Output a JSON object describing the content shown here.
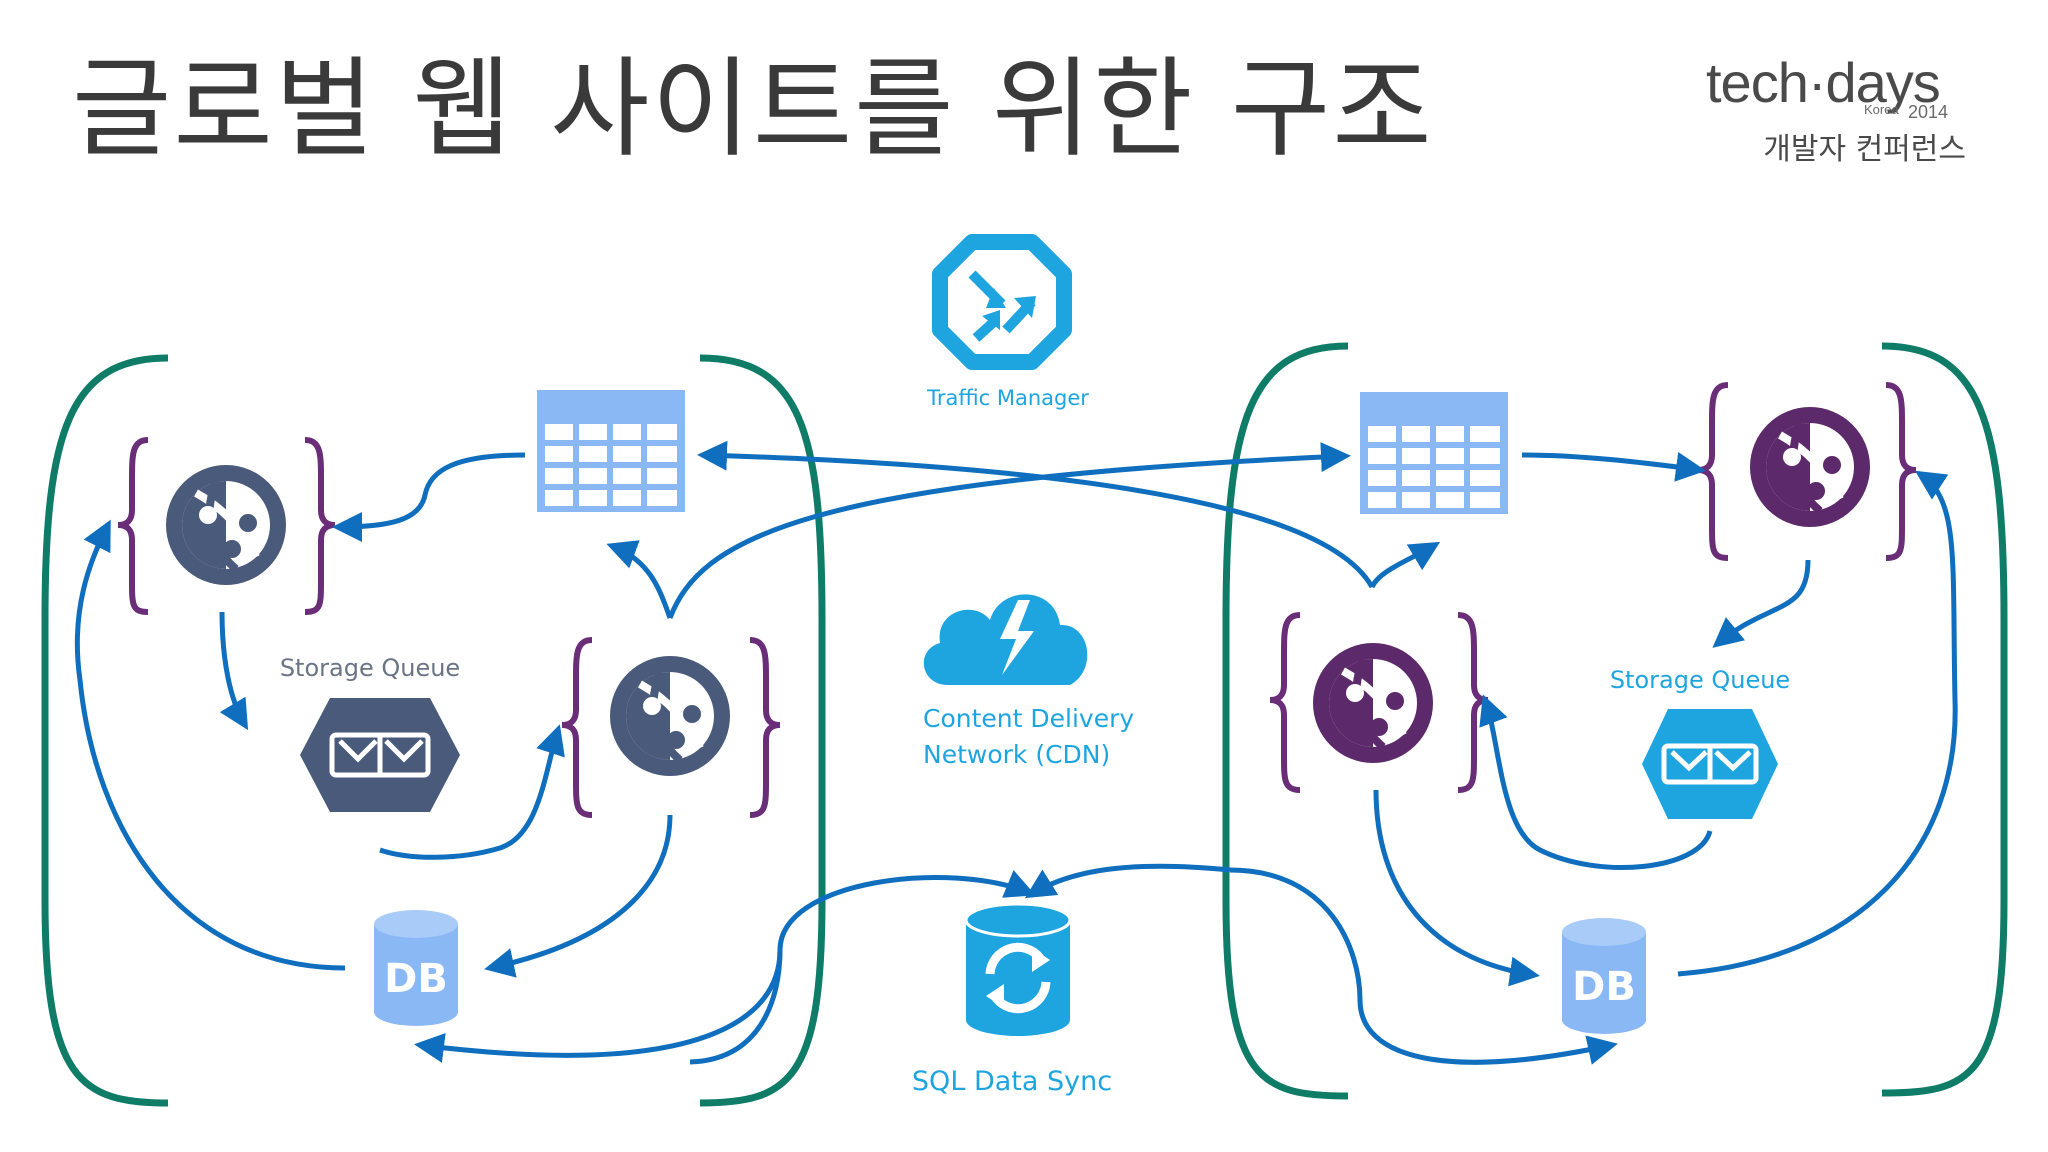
{
  "title": "글로벌 웹 사이트를 위한 구조",
  "logo": {
    "main": "tech·days",
    "region": "Korea",
    "year": "2014",
    "subtitle": "개발자 컨퍼런스"
  },
  "labels": {
    "traffic_manager": "Traffic Manager",
    "cdn_line1": "Content Delivery",
    "cdn_line2": "Network (CDN)",
    "sql_sync": "SQL Data Sync",
    "storage_queue_left": "Storage Queue",
    "storage_queue_right": "Storage Queue",
    "db_left": "DB",
    "db_right": "DB"
  },
  "colors": {
    "bracket_green": "#0f7c68",
    "arrow_blue": "#0f6fbe",
    "brace_purple": "#6a2d78",
    "azure_blue": "#1ea5e0",
    "light_blue": "#8ab8f5",
    "slate": "#4a5a7a",
    "purple_globe": "#5c2a6a",
    "title_gray": "#3a3a3a"
  },
  "icons": {
    "traffic_manager": "traffic-manager-icon",
    "cdn": "cloud-lightning-icon",
    "sql_sync": "database-sync-icon",
    "website": "globe-website-icon",
    "table": "table-grid-icon",
    "queue": "message-queue-icon",
    "db": "database-icon"
  }
}
